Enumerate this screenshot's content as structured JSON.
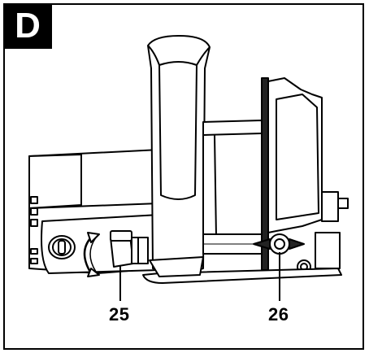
{
  "figure": {
    "badge_letter": "D",
    "callouts": [
      {
        "label": "25"
      },
      {
        "label": "26"
      }
    ]
  }
}
